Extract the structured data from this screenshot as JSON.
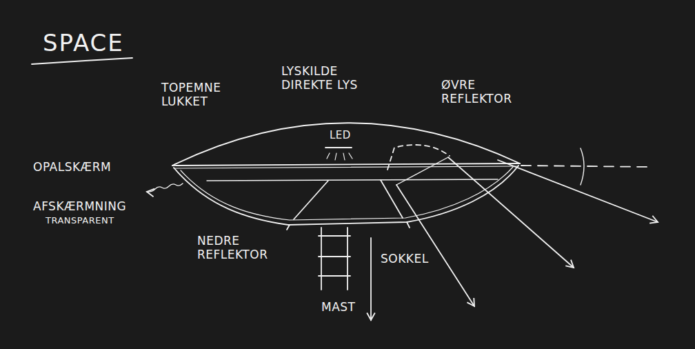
{
  "diagram": {
    "title": "SPACE",
    "labels": [
      "TOPEMNE LUKKET",
      "LYSKILDE DIREKTE LYS",
      "ØVRE REFLEKTOR",
      "LED",
      "OPALSKÆRM",
      "AFSKÆRMNING",
      "TRANSPARENT",
      "NEDRE REFLEKTOR",
      "SOKKEL",
      "MAST"
    ]
  }
}
